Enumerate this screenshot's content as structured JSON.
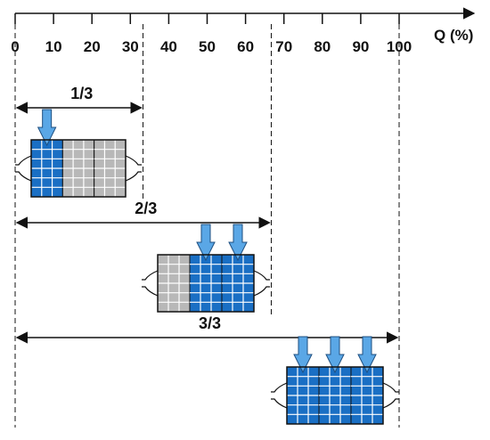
{
  "axis": {
    "title": "Q (%)",
    "ticks": [
      0,
      10,
      20,
      30,
      40,
      50,
      60,
      70,
      80,
      90,
      100
    ]
  },
  "stages": [
    {
      "label": "1/3",
      "flow_percent": 33.3,
      "active_blocks": 1,
      "total_blocks": 3
    },
    {
      "label": "2/3",
      "flow_percent": 66.7,
      "active_blocks": 2,
      "total_blocks": 3
    },
    {
      "label": "3/3",
      "flow_percent": 100,
      "active_blocks": 3,
      "total_blocks": 3
    }
  ],
  "colors": {
    "active": "#1a6fc4",
    "inactive": "#b8b8b8",
    "arrow": "#5aa7e6",
    "line": "#111111"
  }
}
